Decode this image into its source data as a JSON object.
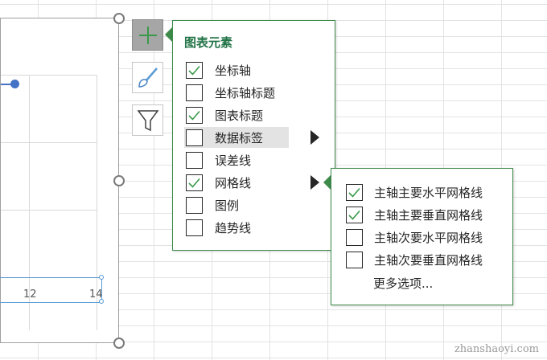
{
  "chart": {
    "x_tick_labels": [
      "12",
      "14"
    ]
  },
  "side_buttons": [
    {
      "name": "chart-elements-button",
      "icon": "plus-icon",
      "active": true
    },
    {
      "name": "chart-styles-button",
      "icon": "paintbrush-icon",
      "active": false
    },
    {
      "name": "chart-filters-button",
      "icon": "funnel-icon",
      "active": false
    }
  ],
  "chart_elements": {
    "title": "图表元素",
    "items": [
      {
        "label": "坐标轴",
        "checked": true,
        "has_submenu": false
      },
      {
        "label": "坐标轴标题",
        "checked": false,
        "has_submenu": false
      },
      {
        "label": "图表标题",
        "checked": true,
        "has_submenu": false
      },
      {
        "label": "数据标签",
        "checked": false,
        "has_submenu": true
      },
      {
        "label": "误差线",
        "checked": false,
        "has_submenu": false
      },
      {
        "label": "网格线",
        "checked": true,
        "has_submenu": true
      },
      {
        "label": "图例",
        "checked": false,
        "has_submenu": false
      },
      {
        "label": "趋势线",
        "checked": false,
        "has_submenu": false
      }
    ]
  },
  "gridlines_submenu": {
    "items": [
      {
        "label": "主轴主要水平网格线",
        "checked": true
      },
      {
        "label": "主轴主要垂直网格线",
        "checked": true
      },
      {
        "label": "主轴次要水平网格线",
        "checked": false
      },
      {
        "label": "主轴次要垂直网格线",
        "checked": false
      }
    ],
    "more_options": "更多选项..."
  },
  "colors": {
    "accent_green": "#217346",
    "checkmark_green": "#3a9a4a",
    "series_blue": "#4472c4"
  },
  "watermark": "zhanshaoyi.com"
}
